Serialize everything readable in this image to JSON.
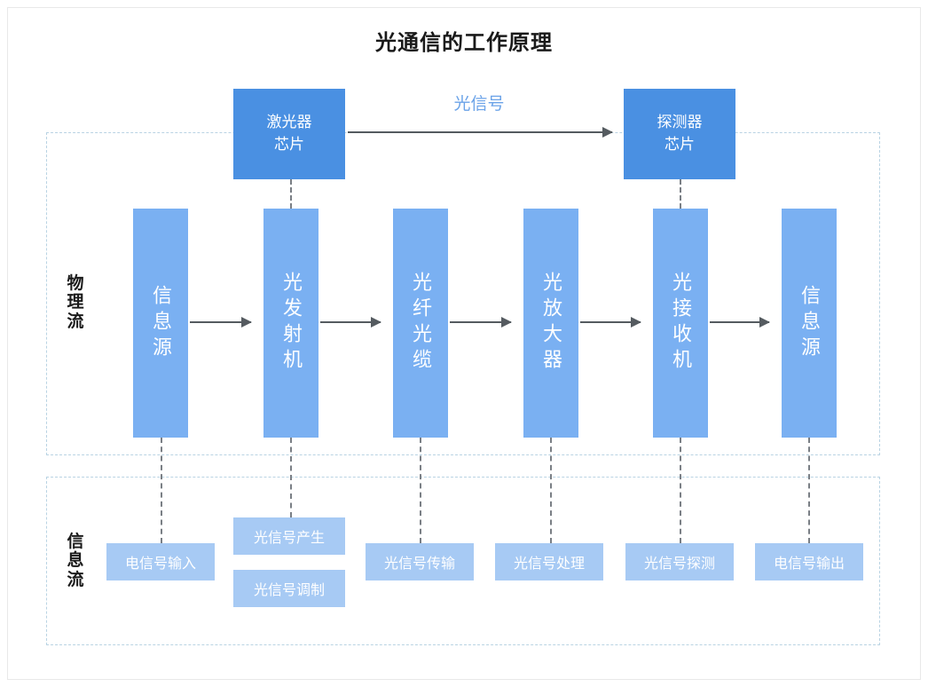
{
  "page": {
    "title": "光通信的工作原理",
    "bg_color": "#ffffff"
  },
  "colors": {
    "chip_box": "#4a90e2",
    "process_box": "#7ab0f2",
    "info_box": "#a7caf4",
    "arrow": "#555b60",
    "dashed_group": "#b9d3e3",
    "dashed_connector": "#7a7f85",
    "optic_label": "#6ba3e8",
    "title_text": "#1a1a1a"
  },
  "top_row": {
    "laser_chip": "激光器\n芯片",
    "laser_chip_line1": "激光器",
    "laser_chip_line2": "芯片",
    "detector_chip_line1": "探测器",
    "detector_chip_line2": "芯片",
    "signal_label": "光信号"
  },
  "groups": {
    "physical": {
      "label": "物理流"
    },
    "information": {
      "label": "信息流"
    }
  },
  "process_boxes": [
    {
      "label": "信息源"
    },
    {
      "label": "光发射机"
    },
    {
      "label": "光纤光缆"
    },
    {
      "label": "光放大器"
    },
    {
      "label": "光接收机"
    },
    {
      "label": "信息源"
    }
  ],
  "info_boxes": [
    {
      "label": "电信号输入"
    },
    {
      "label": "光信号产生"
    },
    {
      "label": "光信号调制"
    },
    {
      "label": "光信号传输"
    },
    {
      "label": "光信号处理"
    },
    {
      "label": "光信号探测"
    },
    {
      "label": "电信号输出"
    }
  ]
}
